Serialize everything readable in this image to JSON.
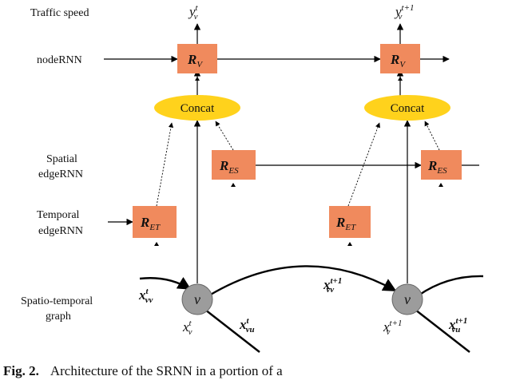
{
  "row_labels": {
    "traffic_speed": "Traffic speed",
    "node_rnn": "nodeRNN",
    "spatial_line1": "Spatial",
    "spatial_line2": "edgeRNN",
    "temporal_line1": "Temporal",
    "temporal_line2": "edgeRNN",
    "st_line1": "Spatio-temporal",
    "st_line2": "graph"
  },
  "boxes": {
    "R": "R",
    "node_sub": "V",
    "spatial_sub": "ES",
    "temporal_sub": "ET"
  },
  "concat_label": "Concat",
  "node_label": "v",
  "outputs": {
    "left": {
      "base": "y",
      "sub": "v",
      "sup": "t"
    },
    "right": {
      "base": "y",
      "sub": "v",
      "sup": "t+1"
    }
  },
  "features": {
    "left_x": {
      "base": "x",
      "sub": "v",
      "sup": "t"
    },
    "right_x": {
      "base": "x",
      "sub": "v",
      "sup": "t+1"
    },
    "left_xvv": {
      "base": "x",
      "sub": "vv",
      "sup": "t"
    },
    "right_xvv": {
      "base": "x",
      "sub": "vv",
      "sup": "t+1"
    },
    "left_xvu": {
      "base": "x",
      "sub": "vu",
      "sup": "t"
    },
    "right_xvu": {
      "base": "x",
      "sub": "vu",
      "sup": "t+1"
    }
  },
  "caption": {
    "fig": "Fig. 2.",
    "rest": "Architecture of the SRNN in a portion of a"
  },
  "colors": {
    "box": "#f08a5d",
    "concat": "#ffd21c",
    "node": "#9c9c9c",
    "line": "#000000"
  }
}
